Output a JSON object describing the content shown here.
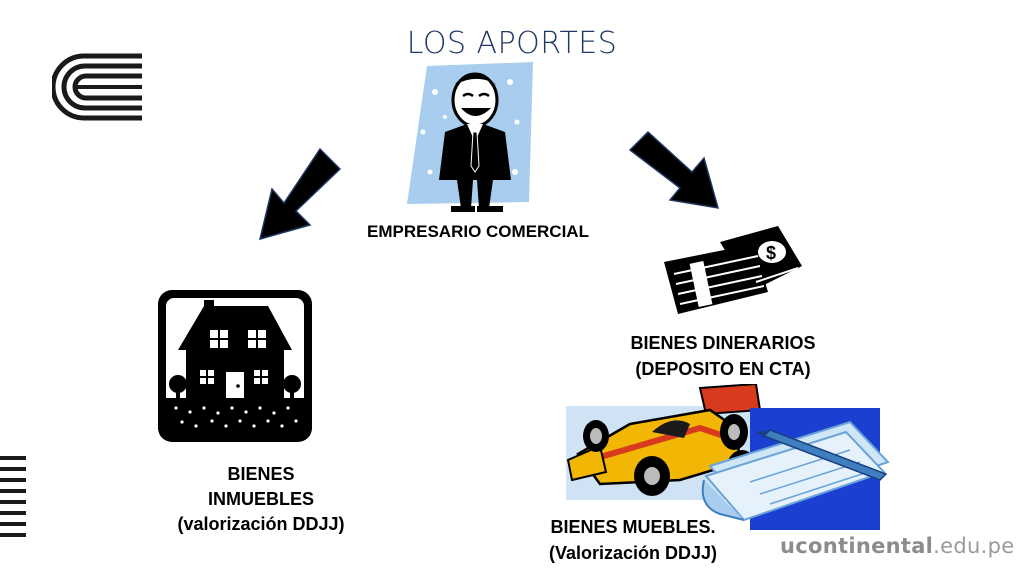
{
  "slide": {
    "title": "LOS APORTES",
    "center_label": "EMPRESARIO COMERCIAL",
    "left_label": [
      "BIENES",
      "INMUEBLES",
      "(valorización DDJJ)"
    ],
    "right_top_label": [
      "BIENES DINERARIOS",
      "(DEPOSITO EN CTA)"
    ],
    "right_bottom_label": [
      "BIENES MUEBLES.",
      "(Valorización DDJJ)"
    ]
  },
  "footer": {
    "brand": "ucontinental",
    "domain": ".edu.pe"
  },
  "icons": {
    "logo": "continental-logo-icon",
    "businessman": "businessman-clipart-icon",
    "house": "house-icon",
    "money": "money-stack-icon",
    "car": "race-car-clipart-icon",
    "check": "checkbook-pen-clipart-icon"
  },
  "colors": {
    "title": "#1f3864",
    "arrow": "#000000",
    "clip_blue": "#1a3fd1"
  }
}
